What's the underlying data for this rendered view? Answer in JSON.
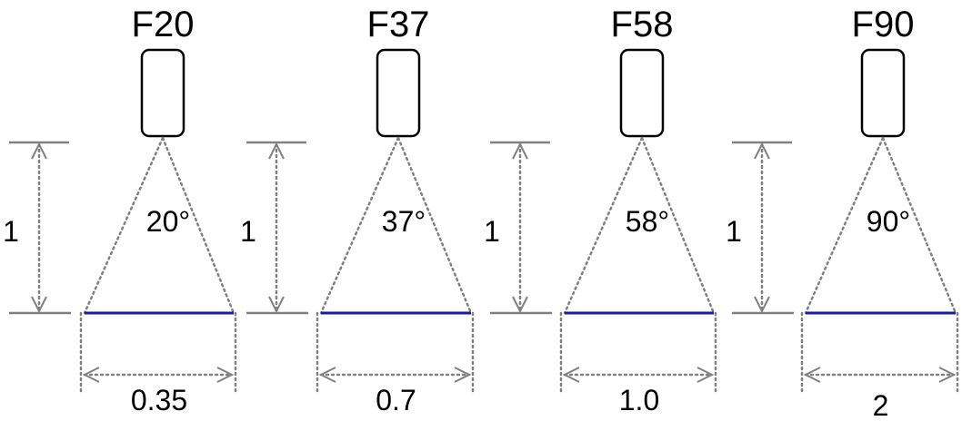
{
  "colors": {
    "dimension": "#808080",
    "beam": "#808080",
    "baseline": "#1a1aa8",
    "outline": "#000000"
  },
  "lenses": [
    {
      "name": "F20",
      "angle": "20",
      "height": "1",
      "width": "0.35"
    },
    {
      "name": "F37",
      "angle": "37",
      "height": "1",
      "width": "0.7"
    },
    {
      "name": "F58",
      "angle": "58",
      "height": "1",
      "width": "1.0"
    },
    {
      "name": "F90",
      "angle": "90",
      "height": "1",
      "width": "2"
    }
  ],
  "degree_symbol": "°"
}
